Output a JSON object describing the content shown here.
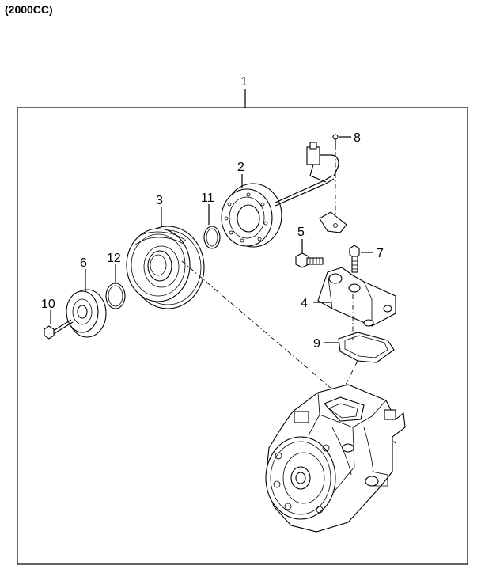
{
  "page": {
    "title": "(2000CC)"
  },
  "callouts": {
    "c1": "1",
    "c2": "2",
    "c3": "3",
    "c4": "4",
    "c5": "5",
    "c6": "6",
    "c7": "7",
    "c8": "8",
    "c9": "9",
    "c10": "10",
    "c11": "11",
    "c12": "12"
  },
  "colors": {
    "line": "#000000",
    "background": "#ffffff"
  }
}
